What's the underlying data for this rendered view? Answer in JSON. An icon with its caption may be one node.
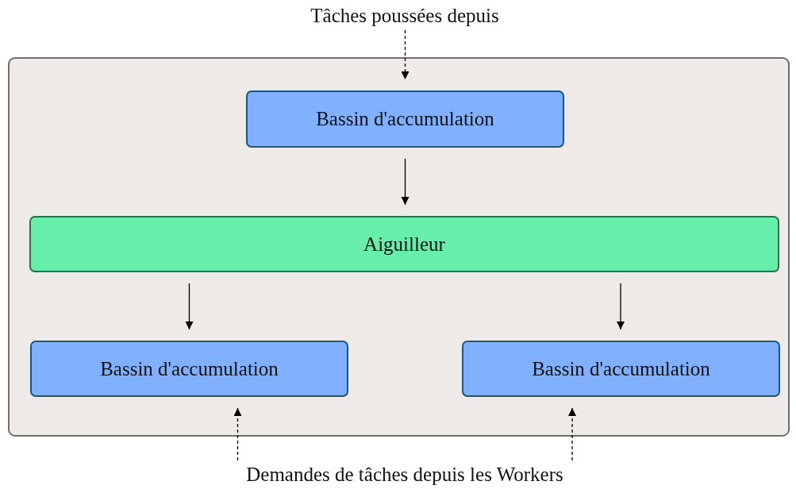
{
  "diagram": {
    "nodes": [
      {
        "text": [],
        "shape": "box"
      },
      {
        "text": [
          "Bassin d'accumulation"
        ],
        "in": 0
      },
      {
        "text": [
          "Aiguilleur"
        ],
        "in": 0
      },
      {
        "text": [
          "Bassin d'accumulation"
        ],
        "in": 0
      },
      {
        "text": [
          "Bassin d'accumulation"
        ],
        "in": 0
      },
      {
        "text": [
          "Tâches poussées depuis"
        ]
      },
      {
        "text": [
          "Demandes de tâches depuis les Workers"
        ]
      }
    ],
    "edges": [
      {
        "from": 5,
        "to": 1,
        "arrow": "to",
        "style": "dashed"
      },
      {
        "from": 1,
        "to": 2,
        "arrow": "to"
      },
      {
        "from": 2,
        "to": 3,
        "arrow": "to"
      },
      {
        "from": 2,
        "to": 4,
        "arrow": "to"
      },
      {
        "from": 6,
        "to": 3,
        "arrow": "to",
        "style": "dashed"
      },
      {
        "from": 6,
        "to": 4,
        "arrow": "to",
        "style": "dashed"
      }
    ]
  }
}
